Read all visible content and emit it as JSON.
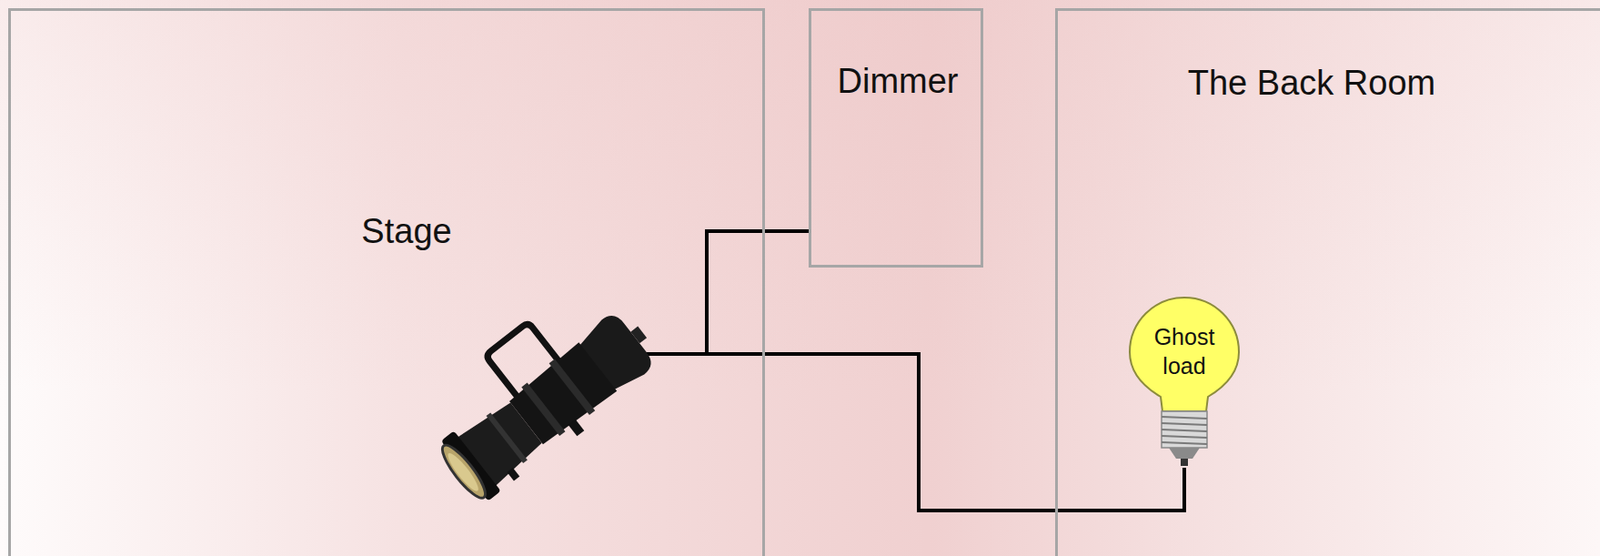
{
  "diagram": {
    "nodes": [
      {
        "text": [
          "Stage"
        ]
      },
      {
        "text": [
          "Dimmer"
        ]
      },
      {
        "text": [
          "The Back Room"
        ]
      },
      {
        "text": [
          "Ghost load"
        ],
        "in": 2
      }
    ],
    "edges": [
      {
        "from": 1,
        "to": 3,
        "arrow": "none"
      }
    ]
  }
}
